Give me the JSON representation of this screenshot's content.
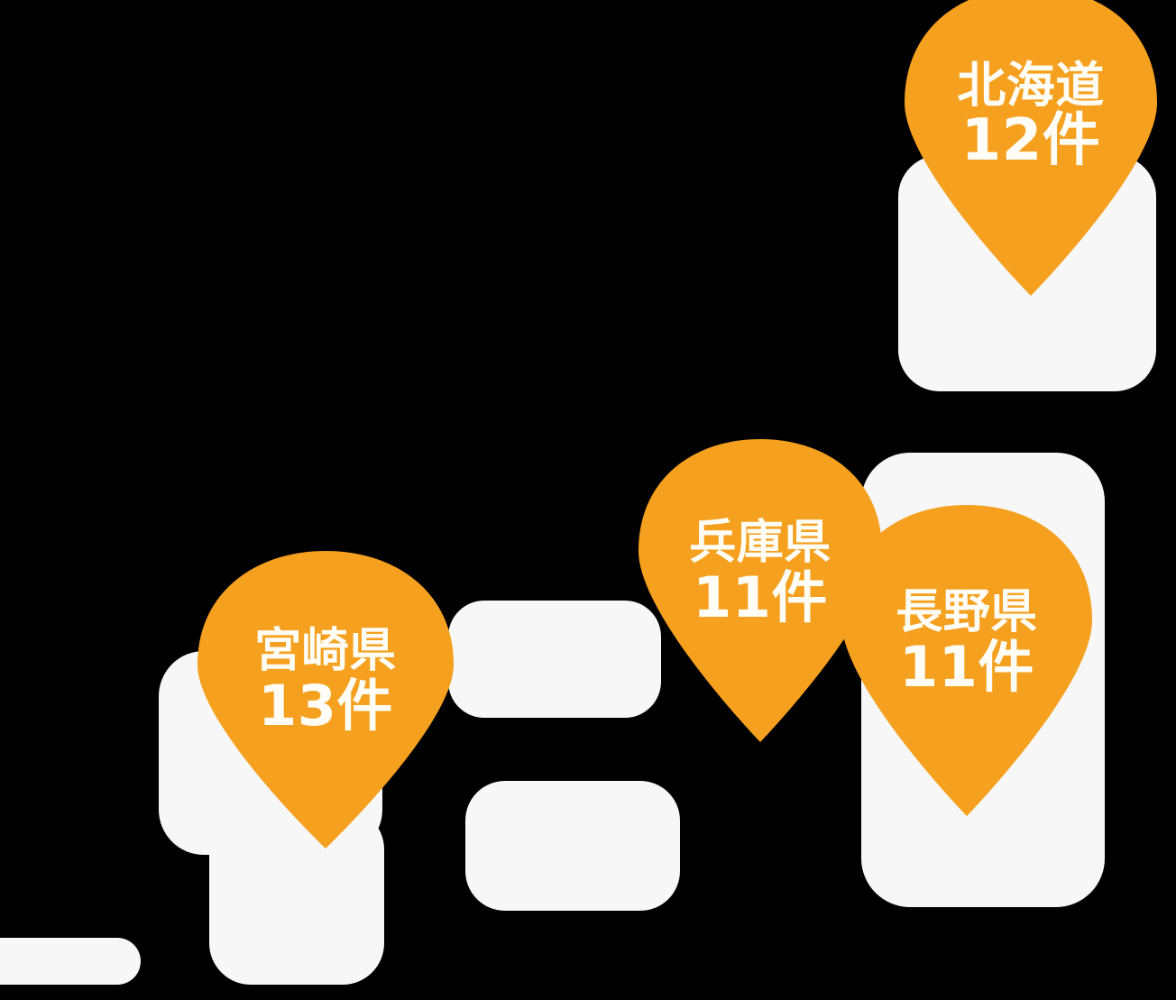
{
  "figure": {
    "type": "map-pin-overlay",
    "title": "",
    "background_color": "#f7f7f7",
    "pin_color": "#f5a01e",
    "pin_text_color": "#fffdf6"
  },
  "pins": [
    {
      "id": "hokkaido",
      "prefecture": "北海道",
      "count": "12件",
      "count_value": 12,
      "unit": "件"
    },
    {
      "id": "miyazaki",
      "prefecture": "宮崎県",
      "count": "13件",
      "count_value": 13,
      "unit": "件"
    },
    {
      "id": "hyogo",
      "prefecture": "兵庫県",
      "count": "11件",
      "count_value": 11,
      "unit": "件"
    },
    {
      "id": "nagano",
      "prefecture": "長野県",
      "count": "11件",
      "count_value": 11,
      "unit": "件"
    }
  ],
  "chart_data": {
    "type": "map",
    "title": "",
    "categories": [
      "宮崎県",
      "北海道",
      "兵庫県",
      "長野県"
    ],
    "values": [
      13,
      12,
      11,
      11
    ],
    "unit": "件",
    "labels": [
      "宮崎県 13件",
      "北海道 12件",
      "兵庫県 11件",
      "長野県 11件"
    ],
    "legend": [],
    "annotations": []
  },
  "map_regions": [
    {
      "name": "hokkaido-region"
    },
    {
      "name": "honshu-east-region"
    },
    {
      "name": "honshu-west-region"
    },
    {
      "name": "shikoku-region"
    },
    {
      "name": "kyushu-north-region"
    },
    {
      "name": "kyushu-south-region"
    },
    {
      "name": "okinawa-region"
    }
  ]
}
